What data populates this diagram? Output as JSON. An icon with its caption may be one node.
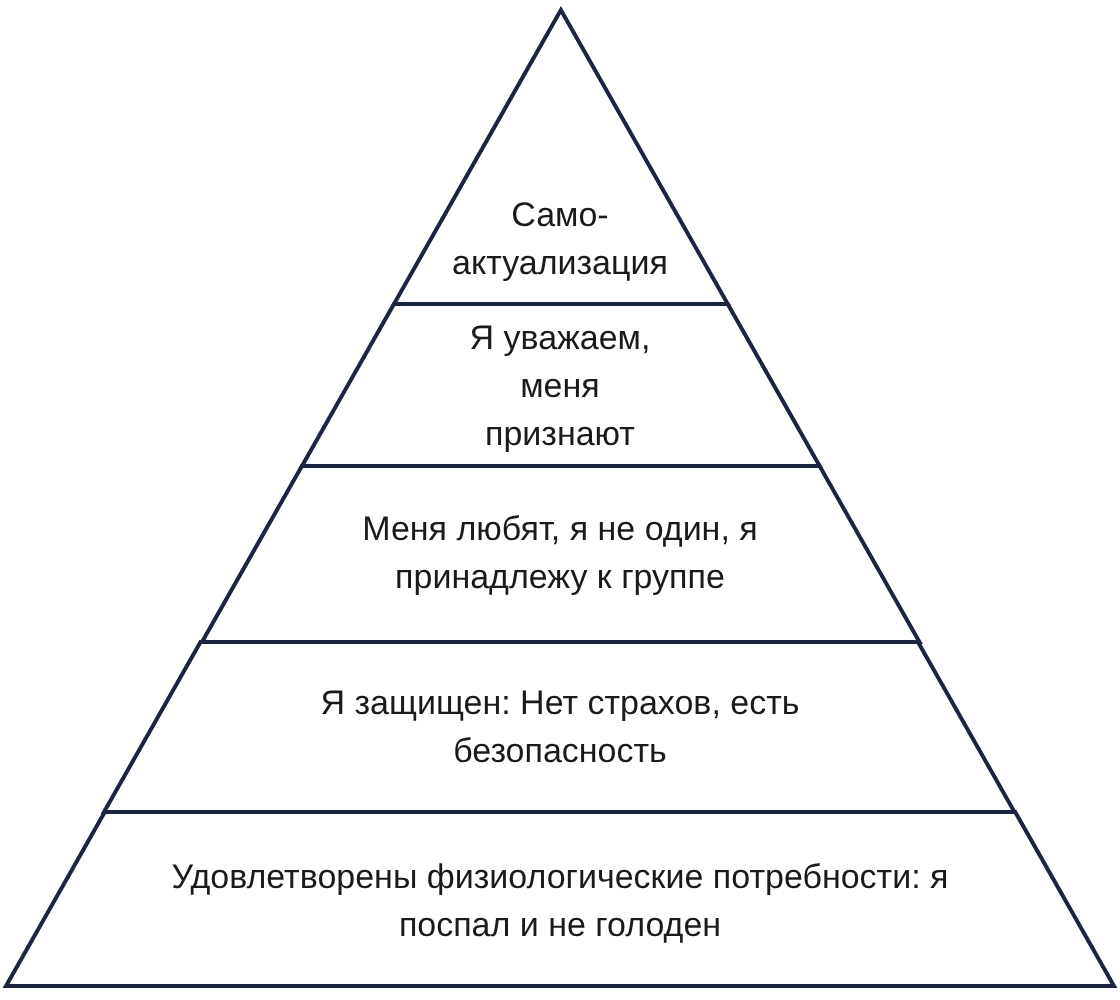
{
  "diagram": {
    "nodes": [
      {
        "text": [
          "Само- актуализация"
        ]
      },
      {
        "text": [
          "Я уважаем, меня признают"
        ]
      },
      {
        "text": [
          "Меня любят, я не один, я принадлежу к группе"
        ]
      },
      {
        "text": [
          "Я защищен: Нет страхов, есть безопасность"
        ]
      },
      {
        "text": [
          "Удовлетворены физиологические потребности: я поспал и не голоден"
        ]
      }
    ]
  }
}
